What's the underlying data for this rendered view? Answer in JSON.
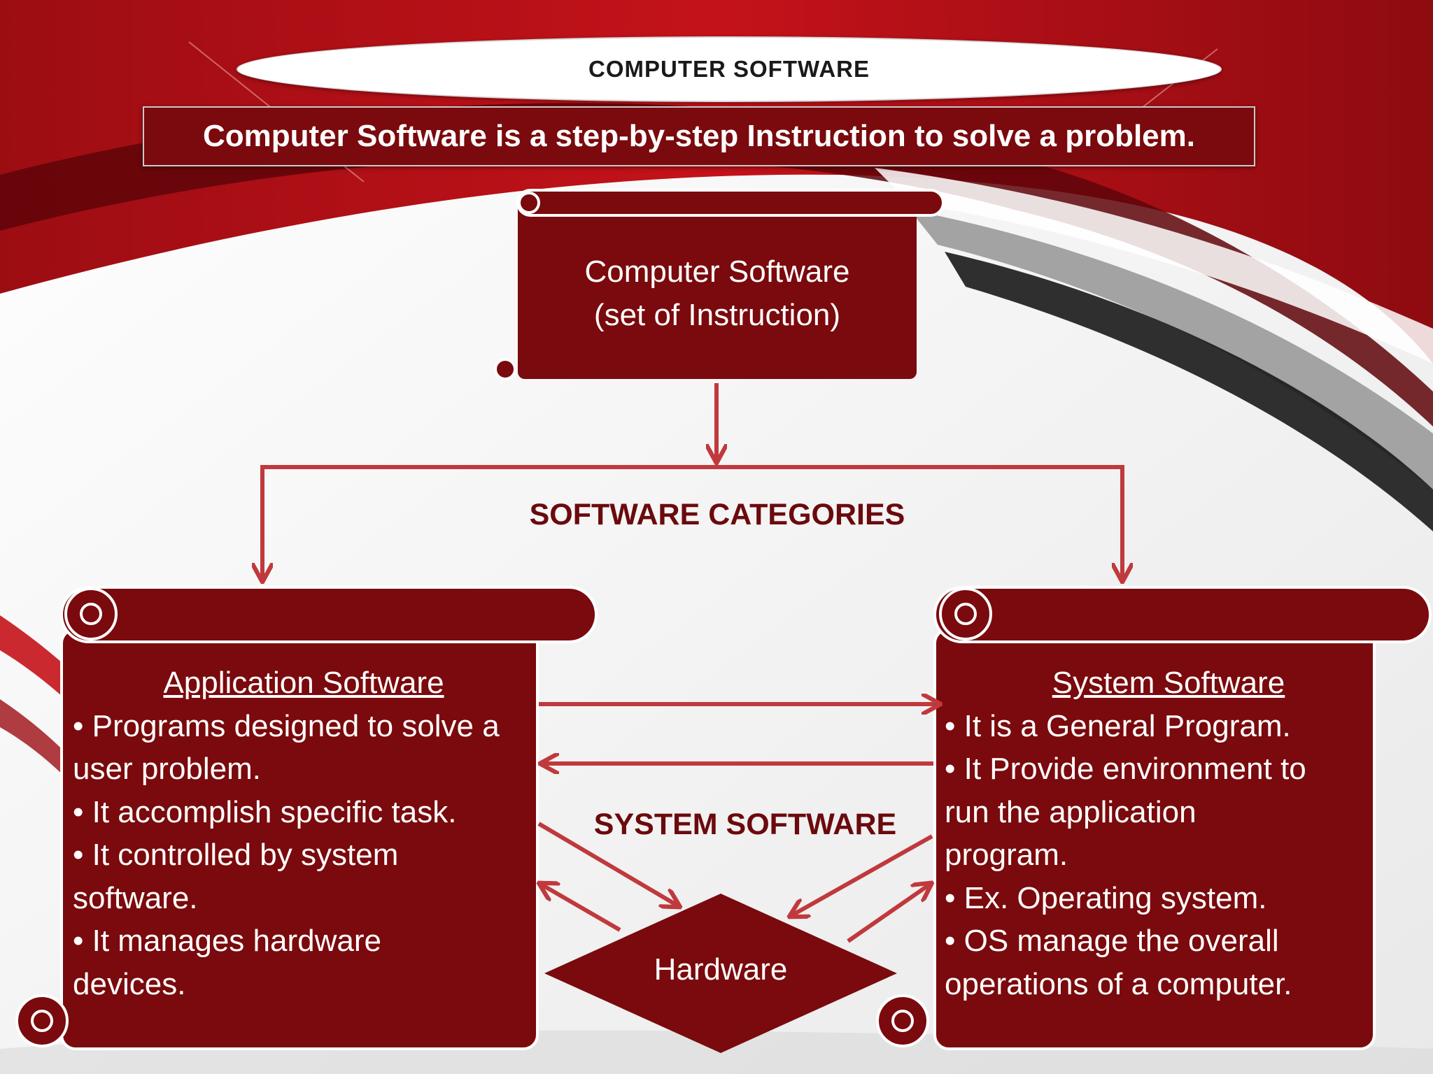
{
  "slide": {
    "title": "COMPUTER SOFTWARE",
    "definition": "Computer Software is a step-by-step Instruction to solve a problem."
  },
  "root": {
    "line1": "Computer Software",
    "line2": "(set of Instruction)"
  },
  "labels": {
    "categories": "SOFTWARE CATEGORIES",
    "system": "SYSTEM SOFTWARE"
  },
  "application": {
    "heading": "Application Software",
    "bullets": [
      "• Programs designed to solve a",
      "user problem.",
      "• It accomplish specific task.",
      "• It controlled by system",
      "software.",
      "• It manages hardware",
      "devices."
    ]
  },
  "system": {
    "heading": "System Software",
    "bullets": [
      "• It is a General Program.",
      "• It Provide environment to",
      "run the application",
      "program.",
      "• Ex. Operating system.",
      "• OS manage the overall",
      "operations of a computer."
    ]
  },
  "hardware": {
    "label": "Hardware"
  },
  "colors": {
    "scroll_fill": "#7a0a0d",
    "arrow": "#c0393d",
    "label_text": "#6b0a0d"
  }
}
